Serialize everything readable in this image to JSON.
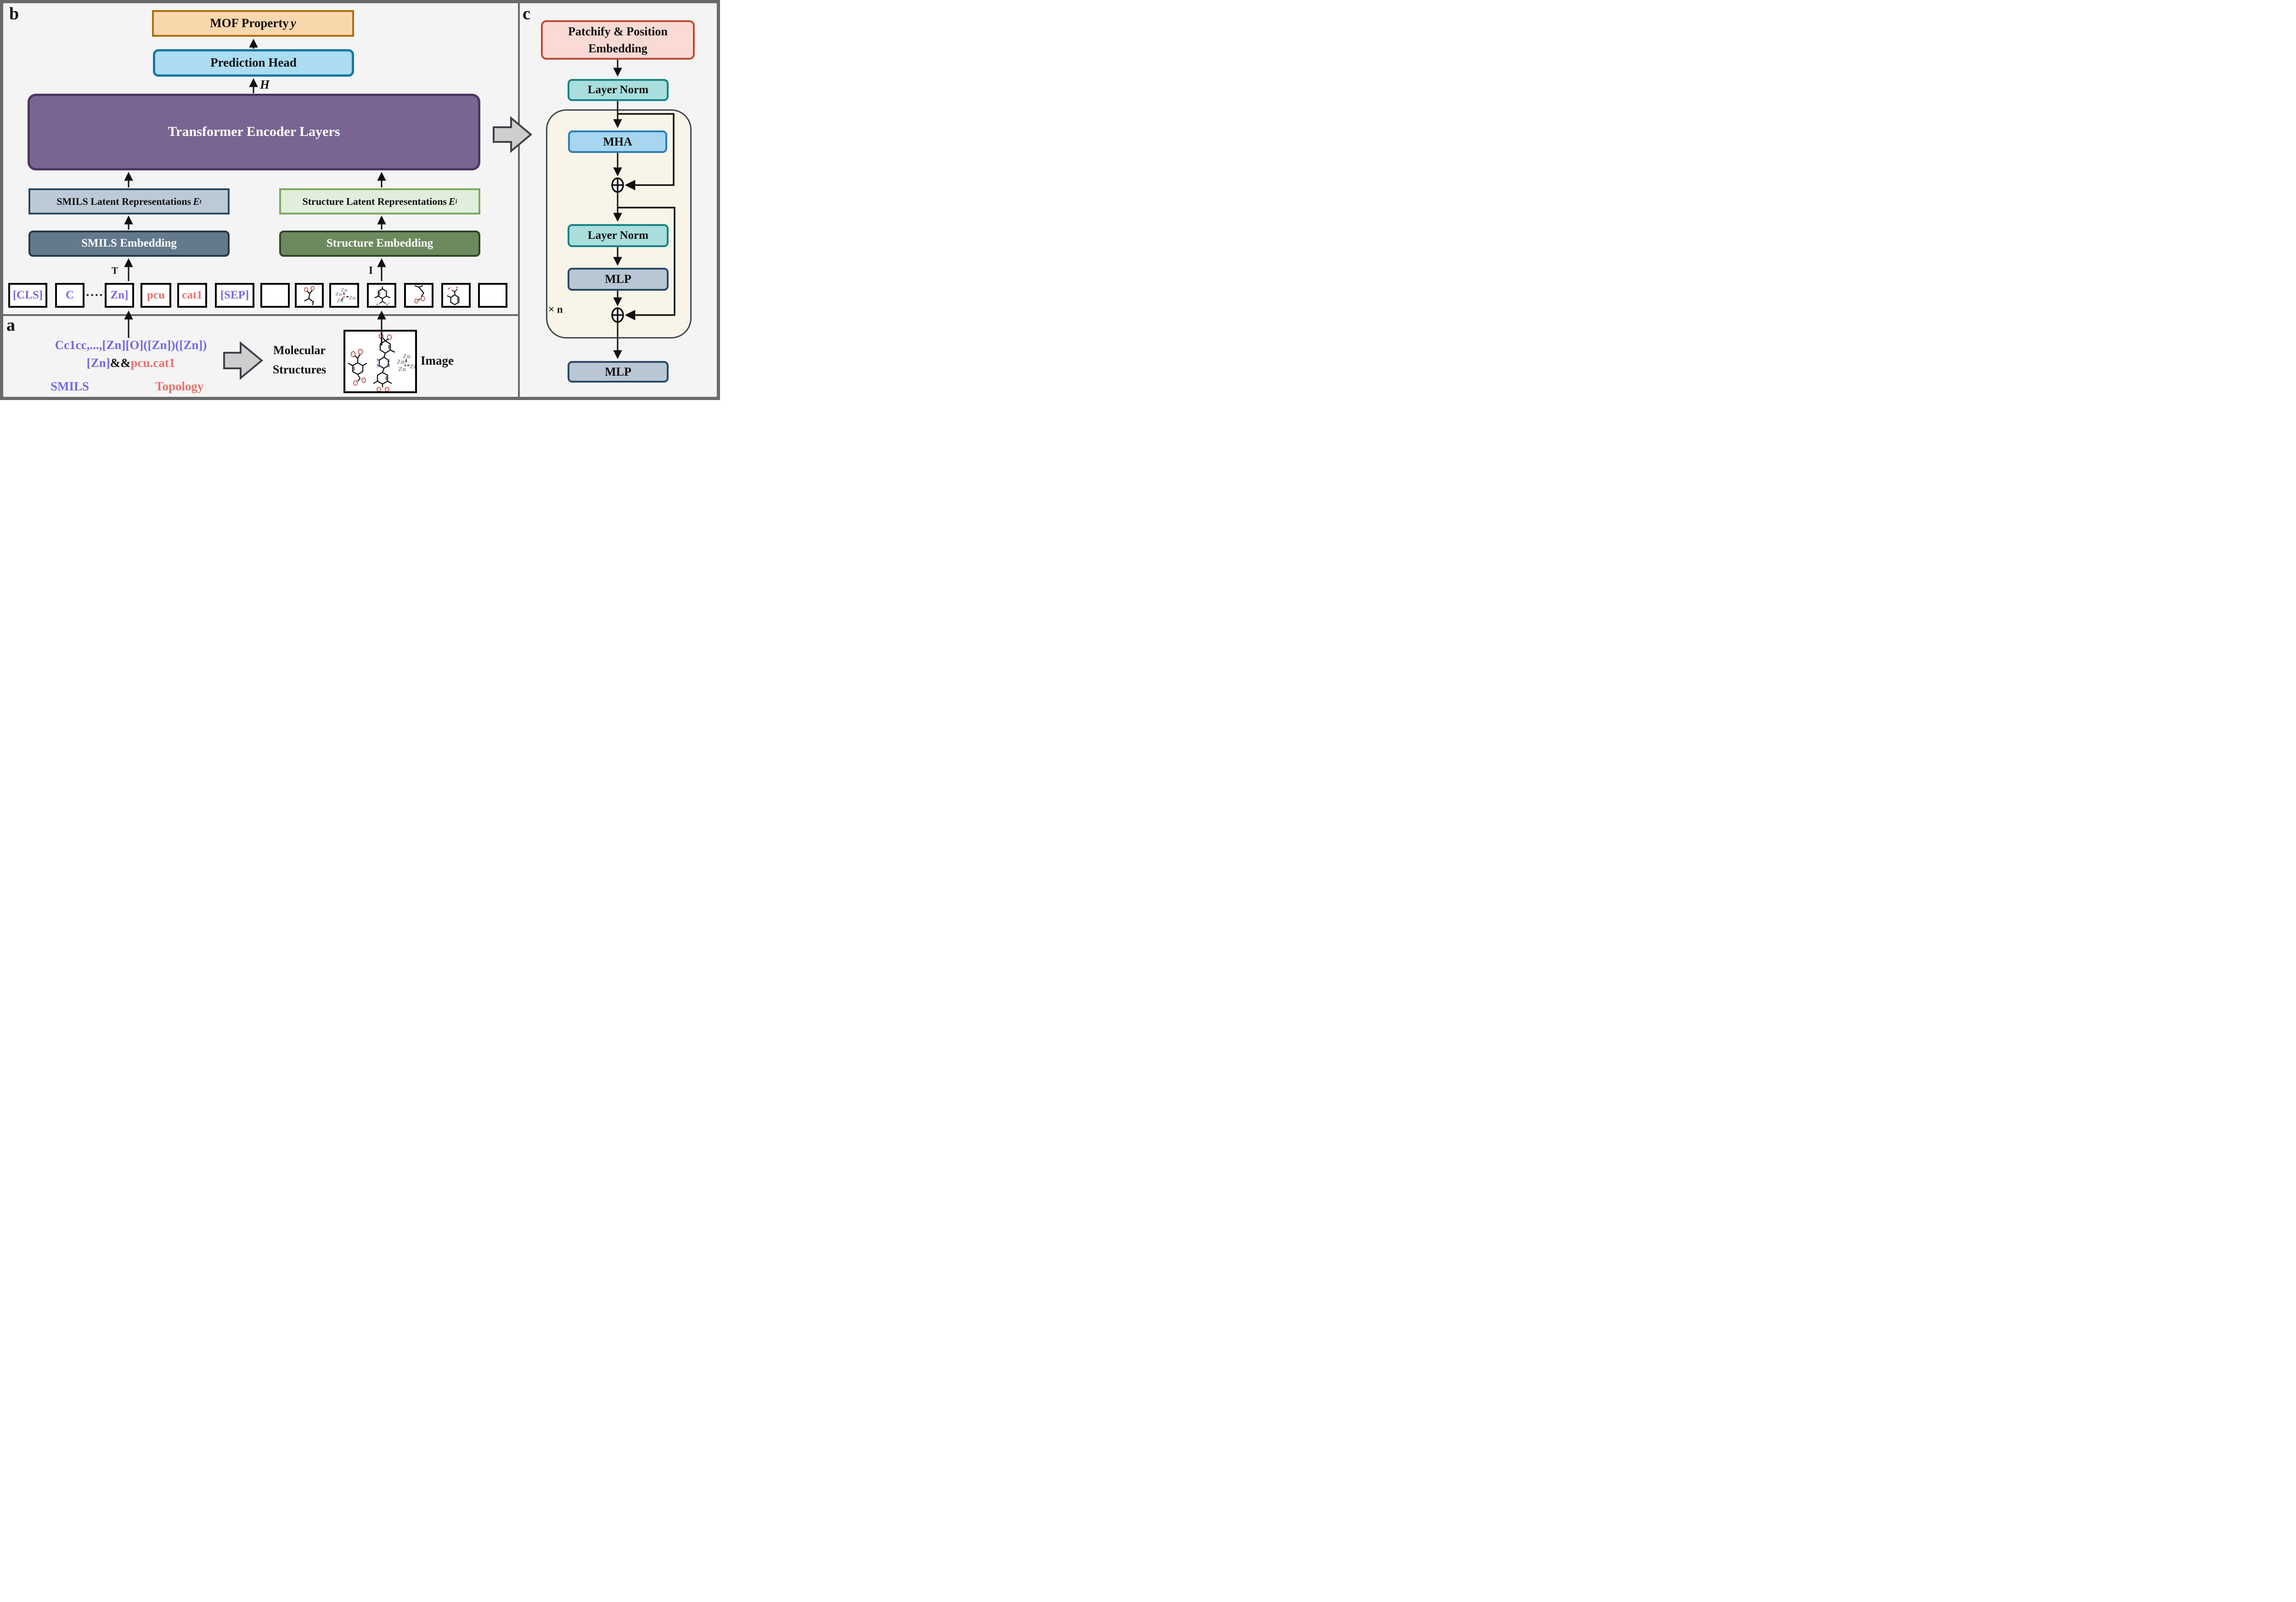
{
  "panels": {
    "b": "b",
    "a": "a",
    "c": "c"
  },
  "diagram": {
    "mof": {
      "title": "MOF Property",
      "symbol": "y"
    },
    "prediction_head": "Prediction Head",
    "h_symbol": "H",
    "transformer": "Transformer Encoder Layers",
    "smils_latent": {
      "label": "SMILS Latent Representations",
      "symbol": "E",
      "sub": "t"
    },
    "structure_latent": {
      "label": "Structure Latent Representations",
      "symbol": "E",
      "sub": "i"
    },
    "smils_embedding": "SMILS Embedding",
    "structure_embedding": "Structure Embedding",
    "t_symbol": "T",
    "i_symbol": "I",
    "tokens": [
      {
        "label": "[CLS]",
        "color": "purple"
      },
      {
        "label": "C",
        "color": "purple"
      },
      {
        "label": "····",
        "type": "dots"
      },
      {
        "label": "Zn]",
        "color": "purple"
      },
      {
        "label": "pcu",
        "color": "red"
      },
      {
        "label": "cat1",
        "color": "red"
      },
      {
        "label": "[SEP]",
        "color": "purple"
      }
    ],
    "patches": [
      "blank-patch",
      "carboxylate-fragment-icon",
      "zn-cluster-icon",
      "benzene-carboxylate-icon",
      "carboxylate-bond-icon",
      "benzene-ring-icon",
      "blank-patch"
    ]
  },
  "input": {
    "smiles_line1": [
      {
        "text": "Cc1cc,...,[Zn][O]([Zn])([Zn])",
        "color": "purple"
      }
    ],
    "smiles_line2": [
      {
        "text": "[Zn]",
        "color": "purple"
      },
      {
        "text": "&&",
        "color": "black"
      },
      {
        "text": "pcu.cat1",
        "color": "red"
      }
    ],
    "smils_label": "SMILS",
    "topology_label": "Topology",
    "molecular_structures_line1": "Molecular",
    "molecular_structures_line2": "Structures",
    "image_label": "Image"
  },
  "vit": {
    "patchify_line1": "Patchify & Position",
    "patchify_line2": "Embedding",
    "layer_norm1": "Layer Norm",
    "mha": "MHA",
    "layer_norm2": "Layer Norm",
    "mlp_inner": "MLP",
    "mlp_outer": "MLP",
    "repeat": "× n"
  },
  "colors": {
    "background": "#f4f4f4",
    "frame_border": "#6a6a6a",
    "mof_fill": "#f8d7ac",
    "mof_border": "#b06c10",
    "prediction_fill": "#abdcf2",
    "prediction_border": "#1878a1",
    "transformer_fill": "#796492",
    "transformer_border": "#4a3863",
    "smils_latent_fill": "#bcc9d6",
    "smils_latent_border": "#2d4a63",
    "structure_latent_fill": "#e0eedb",
    "structure_latent_border": "#7baa60",
    "smils_embedding_fill": "#64798c",
    "structure_embedding_fill": "#6d8a5f",
    "token_purple": "#7468e4",
    "token_red": "#e5726b",
    "patchify_fill": "#f9dad5",
    "patchify_border": "#c14a38",
    "layer_norm_fill": "#a9dedd",
    "layer_norm_border": "#168384",
    "mha_fill": "#a7d6f0",
    "mha_border": "#2b7fb0",
    "mlp_fill": "#b9c7d4",
    "mlp_border": "#2a4a66",
    "encoder_block_fill": "#f8f4e7",
    "block_arrow_fill": "#cecece"
  }
}
